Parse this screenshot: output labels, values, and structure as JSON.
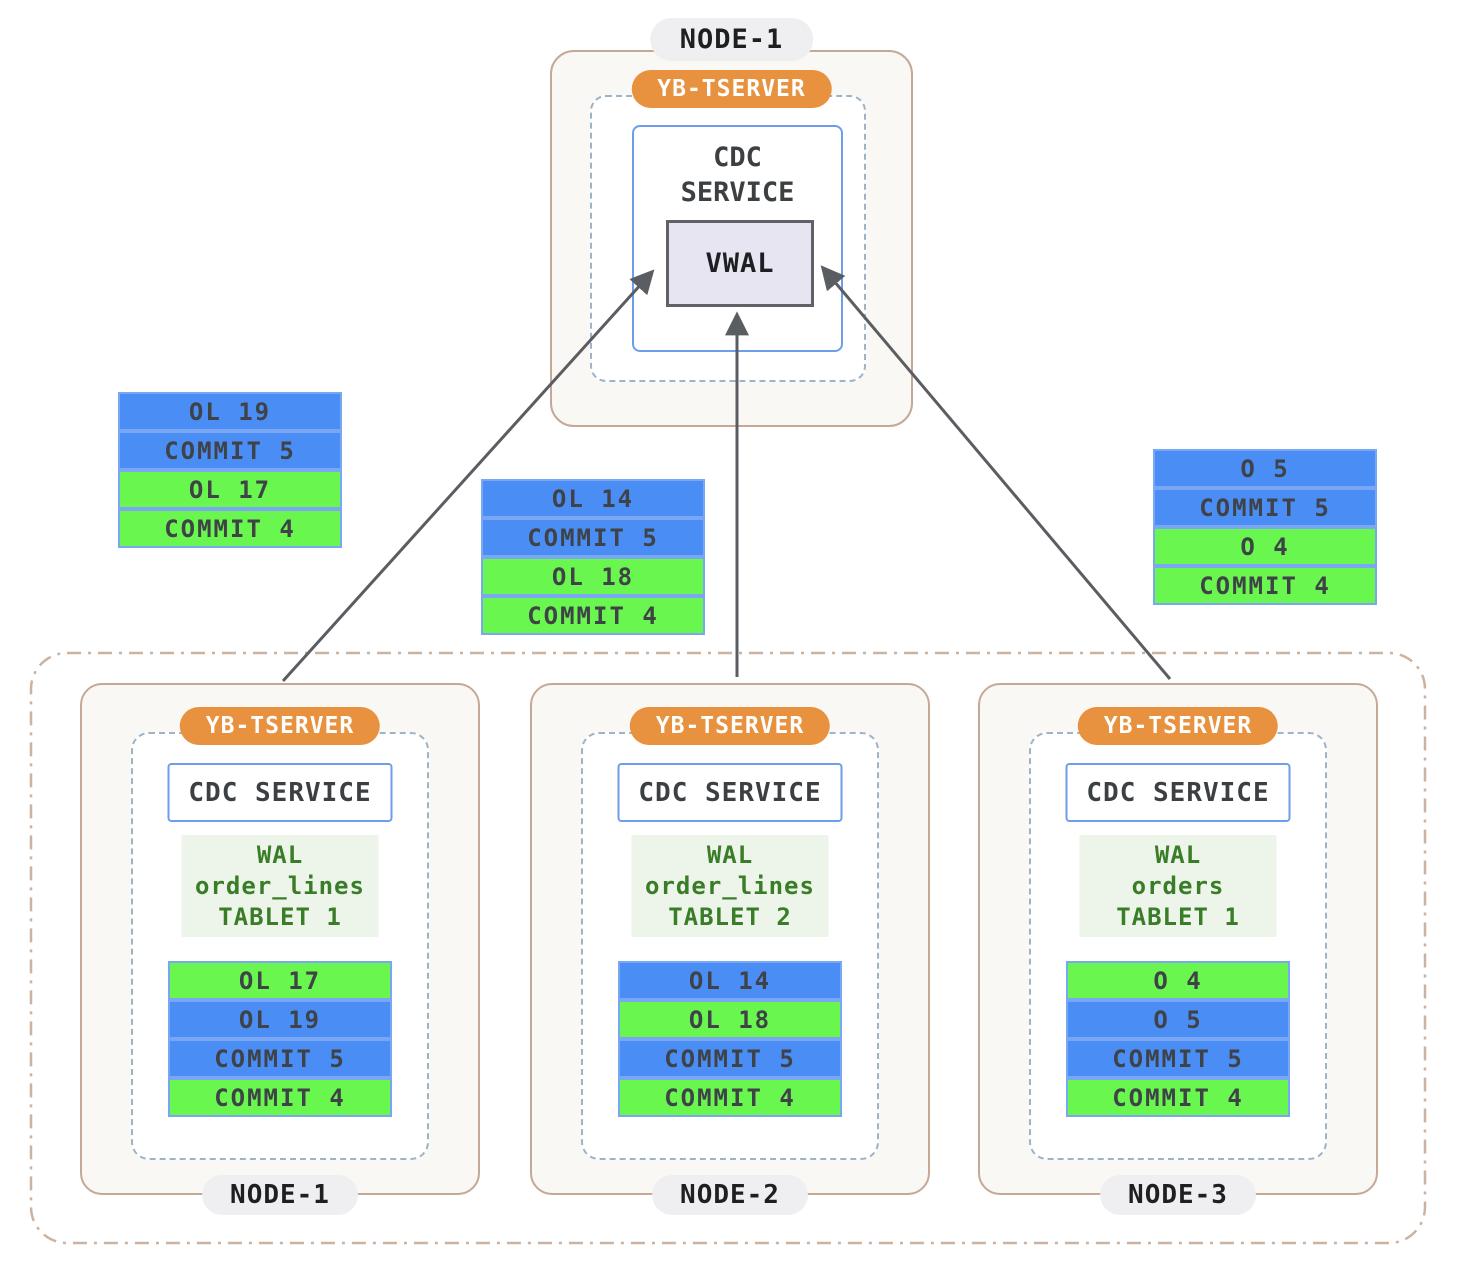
{
  "top_node": {
    "node_label": "NODE-1",
    "tserver_label": "YB-TSERVER",
    "cdc_label": "CDC SERVICE",
    "vwal_label": "VWAL"
  },
  "floating_stacks": [
    {
      "position": "left",
      "rows": [
        {
          "label": "OL 19",
          "color": "blue"
        },
        {
          "label": "COMMIT 5",
          "color": "blue"
        },
        {
          "label": "OL 17",
          "color": "green"
        },
        {
          "label": "COMMIT 4",
          "color": "green"
        }
      ]
    },
    {
      "position": "middle",
      "rows": [
        {
          "label": "OL 14",
          "color": "blue"
        },
        {
          "label": "COMMIT 5",
          "color": "blue"
        },
        {
          "label": "OL 18",
          "color": "green"
        },
        {
          "label": "COMMIT 4",
          "color": "green"
        }
      ]
    },
    {
      "position": "right",
      "rows": [
        {
          "label": "O 5",
          "color": "blue"
        },
        {
          "label": "COMMIT 5",
          "color": "blue"
        },
        {
          "label": "O 4",
          "color": "green"
        },
        {
          "label": "COMMIT 4",
          "color": "green"
        }
      ]
    }
  ],
  "bottom_nodes": [
    {
      "node_label": "NODE-1",
      "tserver_label": "YB-TSERVER",
      "cdc_label": "CDC SERVICE",
      "wal_lines": [
        "WAL",
        "order_lines",
        "TABLET 1"
      ],
      "rows": [
        {
          "label": "OL 17",
          "color": "green"
        },
        {
          "label": "OL 19",
          "color": "blue"
        },
        {
          "label": "COMMIT 5",
          "color": "blue"
        },
        {
          "label": "COMMIT 4",
          "color": "green"
        }
      ]
    },
    {
      "node_label": "NODE-2",
      "tserver_label": "YB-TSERVER",
      "cdc_label": "CDC SERVICE",
      "wal_lines": [
        "WAL",
        "order_lines",
        "TABLET 2"
      ],
      "rows": [
        {
          "label": "OL 14",
          "color": "blue"
        },
        {
          "label": "OL 18",
          "color": "green"
        },
        {
          "label": "COMMIT 5",
          "color": "blue"
        },
        {
          "label": "COMMIT 4",
          "color": "green"
        }
      ]
    },
    {
      "node_label": "NODE-3",
      "tserver_label": "YB-TSERVER",
      "cdc_label": "CDC SERVICE",
      "wal_lines": [
        "WAL",
        "orders",
        "TABLET 1"
      ],
      "rows": [
        {
          "label": "O 4",
          "color": "green"
        },
        {
          "label": "O 5",
          "color": "blue"
        },
        {
          "label": "COMMIT 5",
          "color": "blue"
        },
        {
          "label": "COMMIT 4",
          "color": "green"
        }
      ]
    }
  ],
  "colors": {
    "entry_blue": "#4a8ef5",
    "entry_green": "#69f64e",
    "entry_border": "#7aa7f3",
    "tserver_orange": "#e8923f",
    "node_border_tan": "#c5a896",
    "node_bg": "#faf8f5",
    "dashed_blue_gray": "#9db4c7",
    "cdc_border_blue": "#6d9eeb",
    "vwal_bg": "#e6e5f1",
    "vwal_border": "#5f6368",
    "wal_bg": "#edf4e9",
    "wal_text_green": "#3a7d28",
    "arrow_gray": "#5a5d61",
    "node_pill_bg": "#efeff1",
    "outer_dashdot_tan": "#ccb2a0"
  }
}
